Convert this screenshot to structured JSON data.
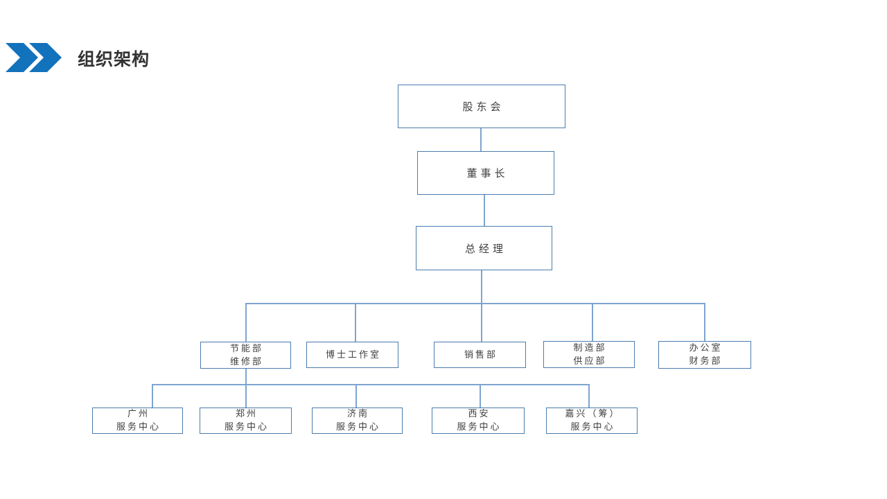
{
  "slide": {
    "title": "组织架构"
  },
  "colors": {
    "accent": "#1272bc",
    "box_border": "#4a7cae",
    "connector": "#7da4cf",
    "box_text": "#3f3f3f",
    "title_text": "#333333"
  },
  "org_chart": {
    "nodes": {
      "shareholders": {
        "lines": [
          "股东会"
        ]
      },
      "chairman": {
        "lines": [
          "董事长"
        ]
      },
      "general_manager": {
        "lines": [
          "总经理"
        ]
      },
      "energy_maintenance": {
        "lines": [
          "节能部",
          "维修部"
        ]
      },
      "doctor_studio": {
        "lines": [
          "博士工作室"
        ]
      },
      "sales": {
        "lines": [
          "销售部"
        ]
      },
      "manufacturing_supply": {
        "lines": [
          "制造部",
          "供应部"
        ]
      },
      "office_finance": {
        "lines": [
          "办公室",
          "财务部"
        ]
      },
      "guangzhou_center": {
        "lines": [
          "广州",
          "服务中心"
        ]
      },
      "zhengzhou_center": {
        "lines": [
          "郑州",
          "服务中心"
        ]
      },
      "jinan_center": {
        "lines": [
          "济南",
          "服务中心"
        ]
      },
      "xian_center": {
        "lines": [
          "西安",
          "服务中心"
        ]
      },
      "jiaxing_center": {
        "lines": [
          "嘉兴（筹）",
          "服务中心"
        ]
      }
    }
  }
}
